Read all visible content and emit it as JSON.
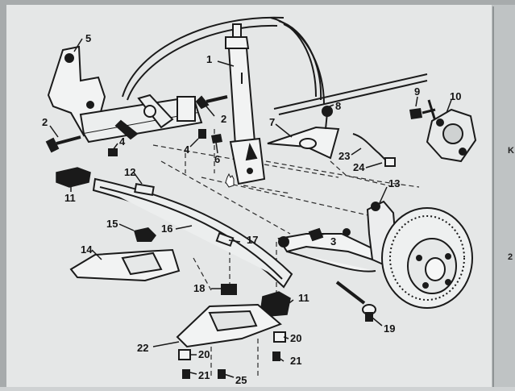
{
  "diagram": {
    "part_numbers": [
      {
        "id": "p1",
        "text": "1"
      },
      {
        "id": "p2a",
        "text": "2"
      },
      {
        "id": "p2b",
        "text": "2"
      },
      {
        "id": "p3",
        "text": "3"
      },
      {
        "id": "p4a",
        "text": "4"
      },
      {
        "id": "p4b",
        "text": "4"
      },
      {
        "id": "p5",
        "text": "5"
      },
      {
        "id": "p6",
        "text": "6"
      },
      {
        "id": "p7",
        "text": "7"
      },
      {
        "id": "p8",
        "text": "8"
      },
      {
        "id": "p9",
        "text": "9"
      },
      {
        "id": "p10",
        "text": "10"
      },
      {
        "id": "p11a",
        "text": "11"
      },
      {
        "id": "p11b",
        "text": "11"
      },
      {
        "id": "p12",
        "text": "12"
      },
      {
        "id": "p13",
        "text": "13"
      },
      {
        "id": "p14",
        "text": "14"
      },
      {
        "id": "p15",
        "text": "15"
      },
      {
        "id": "p16",
        "text": "16"
      },
      {
        "id": "p17",
        "text": "17"
      },
      {
        "id": "p18",
        "text": "18"
      },
      {
        "id": "p19",
        "text": "19"
      },
      {
        "id": "p20a",
        "text": "20"
      },
      {
        "id": "p20b",
        "text": "20"
      },
      {
        "id": "p21a",
        "text": "21"
      },
      {
        "id": "p21b",
        "text": "21"
      },
      {
        "id": "p22",
        "text": "22"
      },
      {
        "id": "p23",
        "text": "23"
      },
      {
        "id": "p24",
        "text": "24"
      },
      {
        "id": "p25",
        "text": "25"
      }
    ],
    "edge_marks": [
      {
        "id": "edge-k",
        "text": "K"
      },
      {
        "id": "edge-2",
        "text": "2"
      }
    ]
  },
  "colors": {
    "ink": "#1a1a1a",
    "paper": "#e6e8e8",
    "monitor_frame": "#9ea3a4"
  }
}
